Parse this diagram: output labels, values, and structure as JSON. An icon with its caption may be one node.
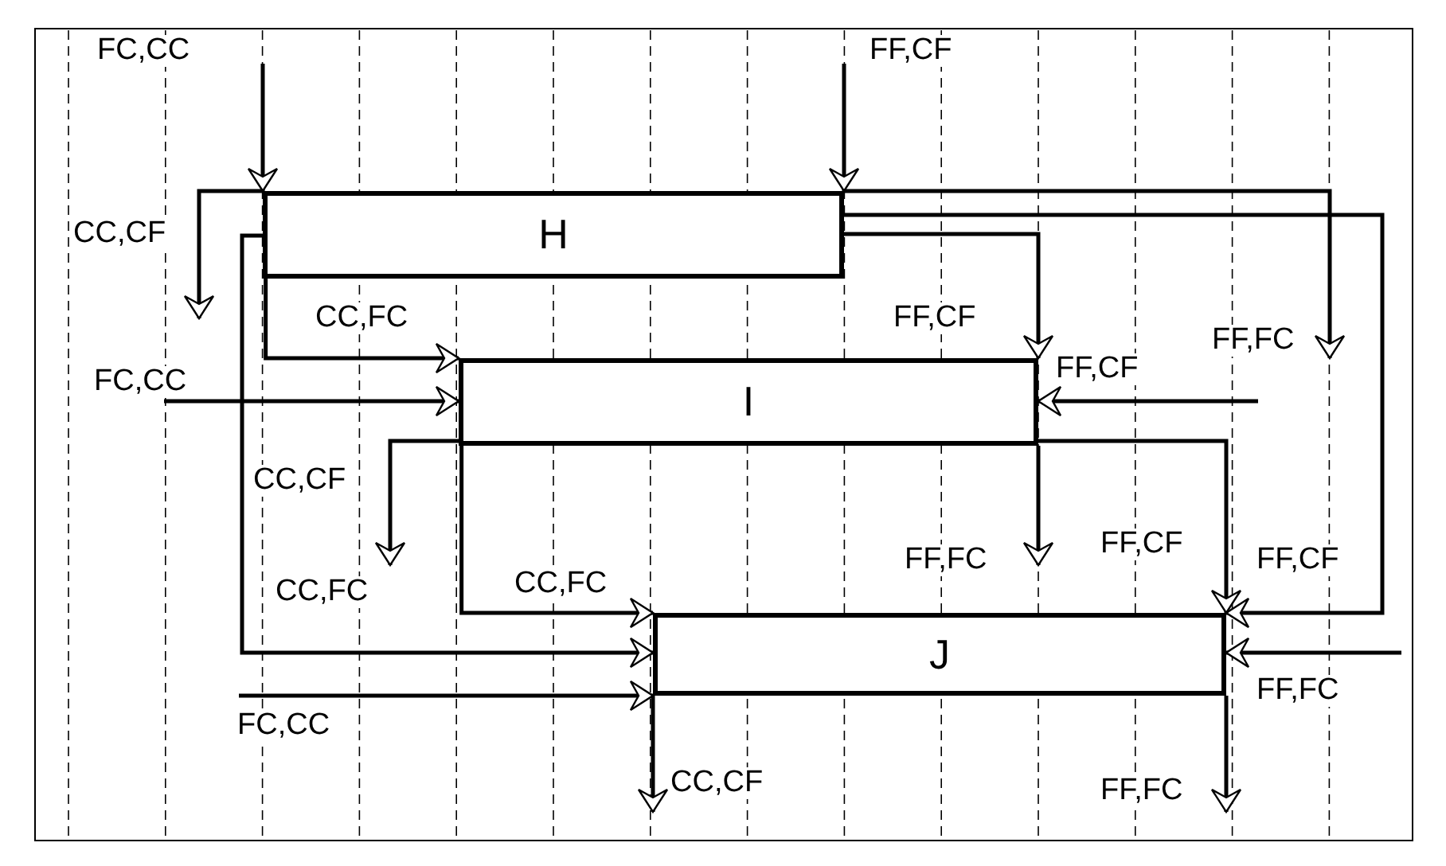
{
  "diagram": {
    "nodes": [
      {
        "text": [
          "H"
        ]
      },
      {
        "text": [
          "I"
        ]
      },
      {
        "text": [
          "J"
        ]
      }
    ],
    "edges": [
      {
        "from": null,
        "to": 0,
        "arrow": "to",
        "label": "FC,CC"
      },
      {
        "from": null,
        "to": 0,
        "arrow": "to",
        "label": "FF,CF"
      },
      {
        "from": 0,
        "to": null,
        "arrow": "to",
        "label": "CC,CF"
      },
      {
        "from": 0,
        "to": null,
        "arrow": "to",
        "label": "FF,FC"
      },
      {
        "from": 0,
        "to": 1,
        "arrow": "to",
        "label": "FF,CF"
      },
      {
        "from": 0,
        "to": 2,
        "arrow": "to",
        "label": "FF,CF"
      },
      {
        "from": 0,
        "to": 1,
        "arrow": "to",
        "label": "CC,FC"
      },
      {
        "from": 0,
        "to": 2,
        "arrow": "to",
        "label": "CC,FC"
      },
      {
        "from": null,
        "to": 1,
        "arrow": "to",
        "label": "FC,CC"
      },
      {
        "from": null,
        "to": 1,
        "arrow": "to",
        "label": "FF,CF"
      },
      {
        "from": 1,
        "to": null,
        "arrow": "to",
        "label": "CC,CF"
      },
      {
        "from": 1,
        "to": null,
        "arrow": "to",
        "label": "FF,FC"
      },
      {
        "from": 1,
        "to": 2,
        "arrow": "to",
        "label": "CC,FC"
      },
      {
        "from": 1,
        "to": 2,
        "arrow": "to",
        "label": "FF,CF"
      },
      {
        "from": null,
        "to": 2,
        "arrow": "to",
        "label": "FC,CC"
      },
      {
        "from": null,
        "to": 2,
        "arrow": "to",
        "label": "FF,FC"
      },
      {
        "from": 2,
        "to": null,
        "arrow": "to",
        "label": "CC,CF"
      },
      {
        "from": 2,
        "to": null,
        "arrow": "to",
        "label": "FF,FC"
      }
    ]
  }
}
